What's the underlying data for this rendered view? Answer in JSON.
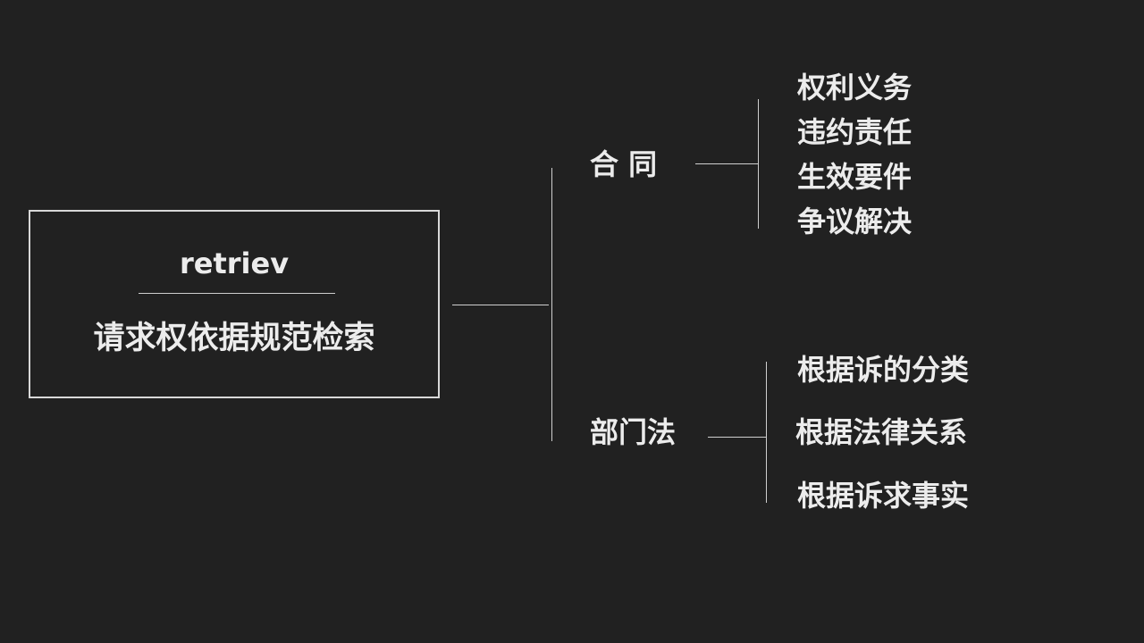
{
  "root": {
    "subtitle": "retriev",
    "title": "请求权依据规范检索"
  },
  "branches": {
    "contract": {
      "label": "合 同",
      "children": [
        "权利义务",
        "违约责任",
        "生效要件",
        "争议解决"
      ]
    },
    "department_law": {
      "label": "部门法",
      "children": [
        "根据诉的分类",
        "根据法律关系",
        "根据诉求事实"
      ]
    }
  }
}
